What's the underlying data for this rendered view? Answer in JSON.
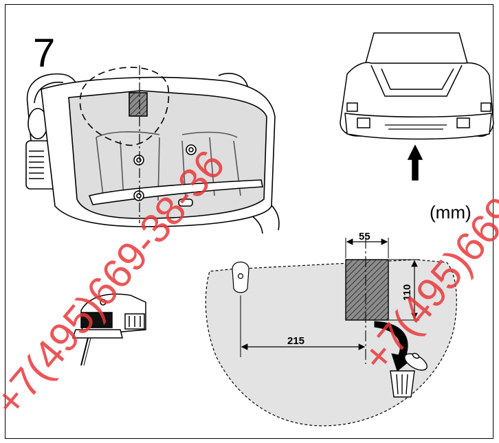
{
  "step": {
    "number": "7"
  },
  "units": {
    "label": "(mm)"
  },
  "dimensions": {
    "width": "55",
    "height": "110",
    "offset": "215"
  },
  "watermark": {
    "text": "+7(495)669-38-36",
    "color": "#e8393b"
  },
  "colors": {
    "line": "#000000",
    "panel_fill": "#e3e3e3",
    "hatch": "#4a4a4a"
  }
}
